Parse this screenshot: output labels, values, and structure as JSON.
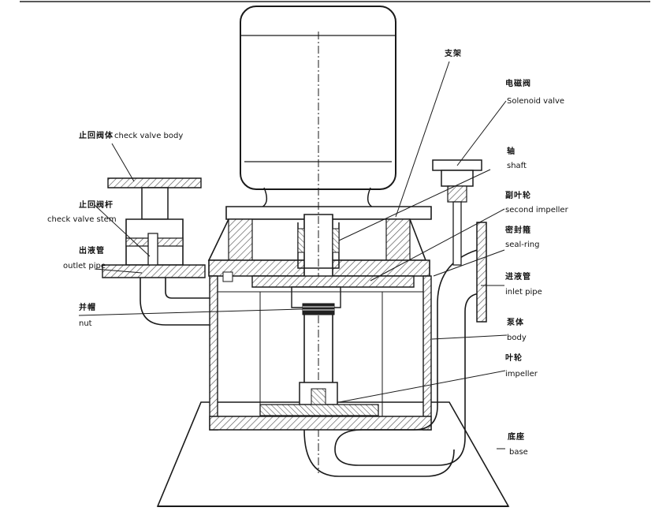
{
  "colors": {
    "stroke": "#1a1a1a",
    "hatch": "#555555",
    "background": "#ffffff"
  },
  "labels": {
    "bracket_zh": "支架",
    "solenoid_zh": "电磁阀",
    "solenoid_en": "Solenoid valve",
    "check_body_zh": "止回阀体",
    "check_body_en": "check valve body",
    "shaft_zh": "轴",
    "shaft_en": "shaft",
    "check_stem_zh": "止回阀杆",
    "check_stem_en": "check valve stem",
    "second_impeller_zh": "副叶轮",
    "second_impeller_en": "second impeller",
    "seal_ring_zh": "密封箍",
    "seal_ring_en": "seal-ring",
    "outlet_zh": "出液管",
    "outlet_en": "outlet pipe",
    "inlet_zh": "进液管",
    "inlet_en": "inlet pipe",
    "nut_zh": "并帽",
    "nut_en": "nut",
    "body_zh": "泵体",
    "body_en": "body",
    "impeller_zh": "叶轮",
    "impeller_en": "impeller",
    "base_zh": "底座",
    "base_en": "base"
  }
}
